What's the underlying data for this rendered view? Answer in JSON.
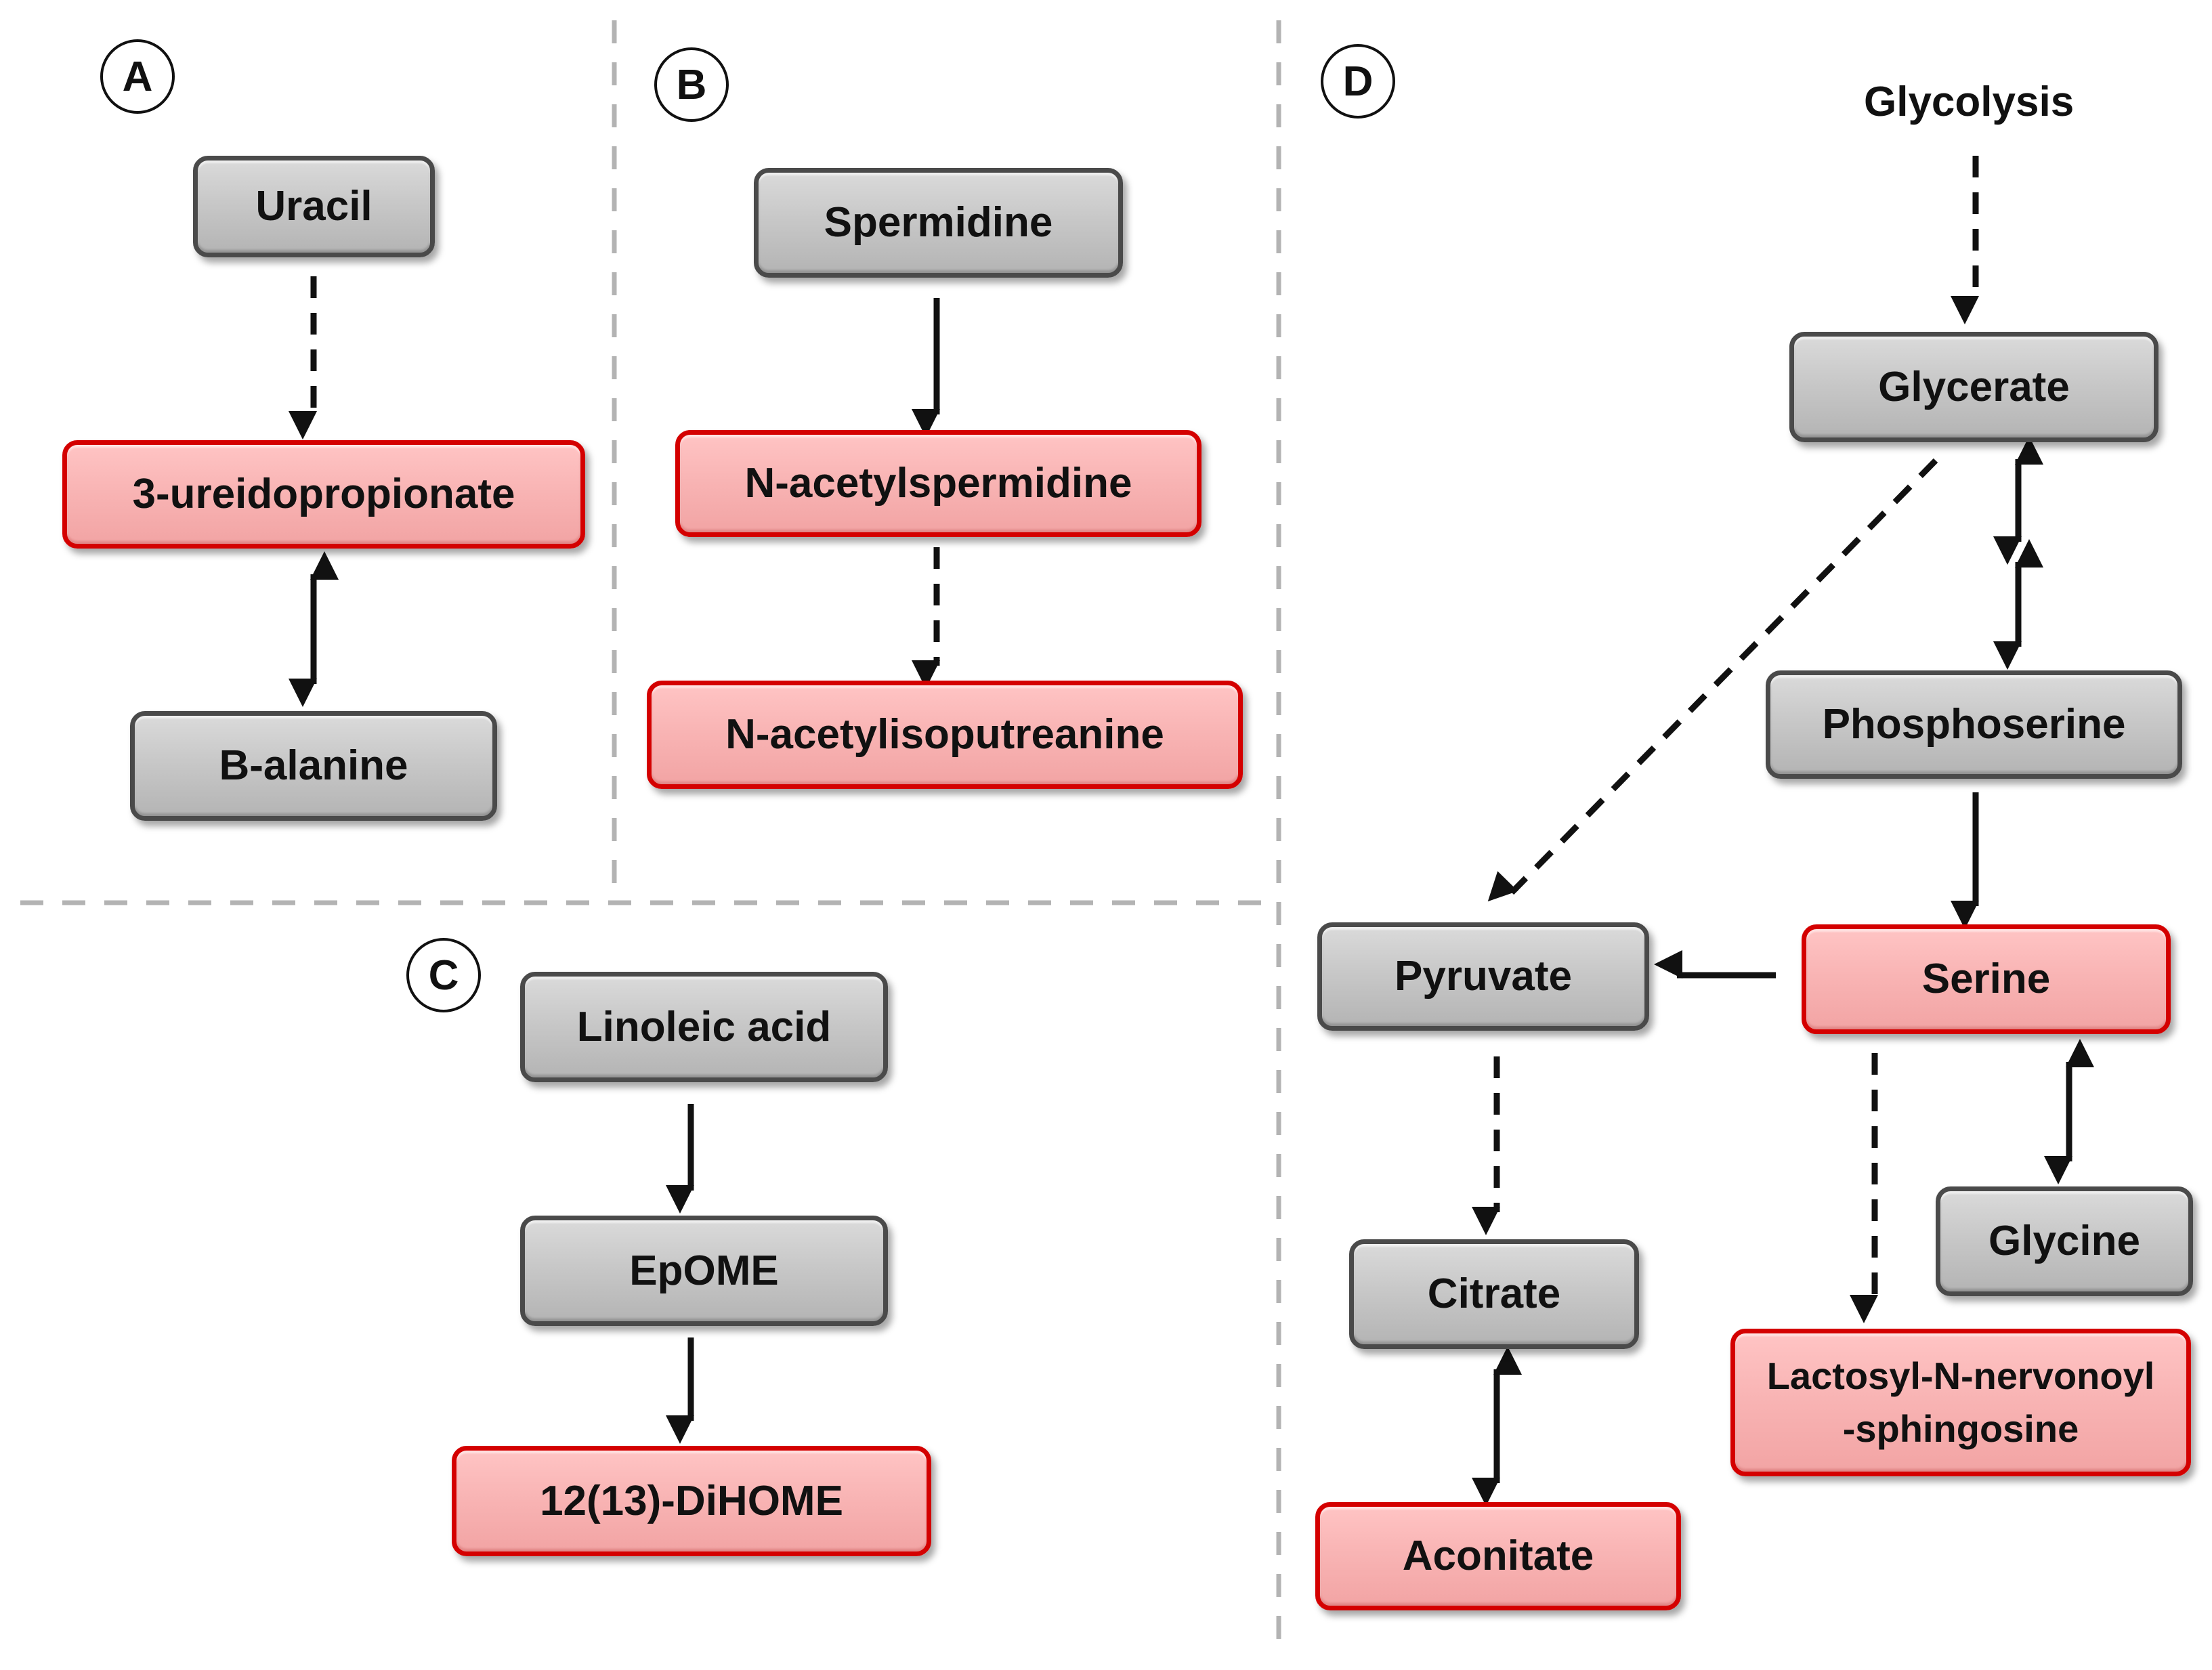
{
  "panels": {
    "a": "A",
    "b": "B",
    "c": "C",
    "d": "D"
  },
  "nodes": {
    "uracil": "Uracil",
    "ureidopropionate": "3-ureidopropionate",
    "b_alanine": "B-alanine",
    "spermidine": "Spermidine",
    "n_acetylspermidine": "N-acetylspermidine",
    "n_acetylisoputreanine": "N-acetylisoputreanine",
    "linoleic_acid": "Linoleic acid",
    "epome": "EpOME",
    "dihome": "12(13)-DiHOME",
    "glycolysis": "Glycolysis",
    "glycerate": "Glycerate",
    "phosphoserine": "Phosphoserine",
    "pyruvate": "Pyruvate",
    "serine": "Serine",
    "citrate": "Citrate",
    "glycine": "Glycine",
    "lactosyl_line1": "Lactosyl-N-nervonoyl",
    "lactosyl_line2": "-sphingosine",
    "aconitate": "Aconitate"
  },
  "colors": {
    "unchanged_fill": "#c8c8c8",
    "unchanged_border": "#4a4a4a",
    "altered_fill": "#f8b3b3",
    "altered_border": "#d40000",
    "arrow": "#111111",
    "divider": "#b3b3b3"
  },
  "edges": [
    {
      "from": "uracil",
      "to": "ureidopropionate",
      "style": "dashed",
      "direction": "forward"
    },
    {
      "from": "ureidopropionate",
      "to": "b_alanine",
      "style": "solid",
      "direction": "both"
    },
    {
      "from": "spermidine",
      "to": "n_acetylspermidine",
      "style": "solid",
      "direction": "forward"
    },
    {
      "from": "n_acetylspermidine",
      "to": "n_acetylisoputreanine",
      "style": "dashed",
      "direction": "forward"
    },
    {
      "from": "linoleic_acid",
      "to": "epome",
      "style": "solid",
      "direction": "forward"
    },
    {
      "from": "epome",
      "to": "dihome",
      "style": "solid",
      "direction": "forward"
    },
    {
      "from": "glycolysis",
      "to": "glycerate",
      "style": "dashed",
      "direction": "forward"
    },
    {
      "from": "glycerate",
      "to": "phosphoserine",
      "style": "solid",
      "direction": "both",
      "via": "intermediate"
    },
    {
      "from": "glycerate",
      "to": "pyruvate",
      "style": "dashed",
      "direction": "forward"
    },
    {
      "from": "phosphoserine",
      "to": "serine",
      "style": "solid",
      "direction": "forward"
    },
    {
      "from": "serine",
      "to": "pyruvate",
      "style": "solid",
      "direction": "forward"
    },
    {
      "from": "serine",
      "to": "glycine",
      "style": "solid",
      "direction": "both"
    },
    {
      "from": "serine",
      "to": "lactosyl",
      "style": "dashed",
      "direction": "forward"
    },
    {
      "from": "pyruvate",
      "to": "citrate",
      "style": "dashed",
      "direction": "forward"
    },
    {
      "from": "citrate",
      "to": "aconitate",
      "style": "solid",
      "direction": "both"
    }
  ]
}
